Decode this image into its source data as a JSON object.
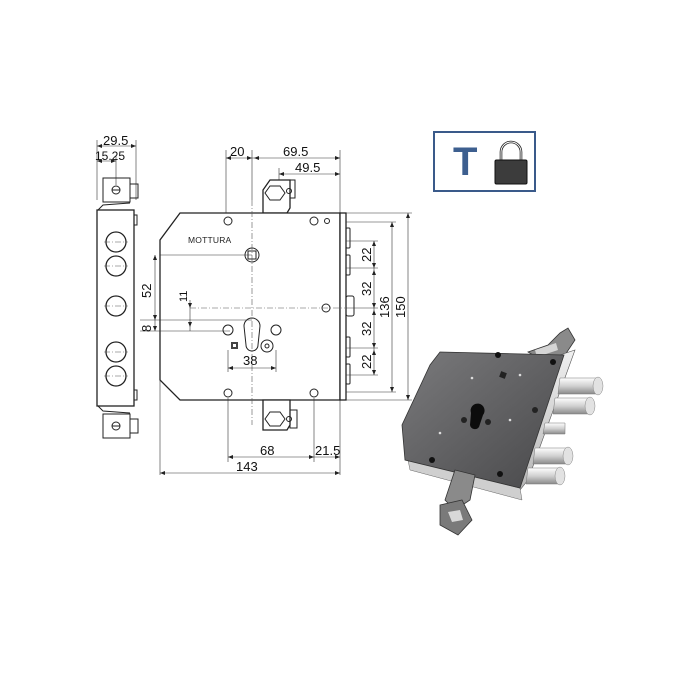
{
  "drawing": {
    "brand_label": "MOTTURA",
    "side_view": {
      "dim_total_width": "29.5",
      "dim_offset": "15.25"
    },
    "front_view": {
      "dim_top_left": "20",
      "dim_top_total": "69.5",
      "dim_top_inner": "49.5",
      "dim_left_52": "52",
      "dim_left_8": "8",
      "dim_cylinder_11": "11",
      "dim_cylinder_38": "38",
      "dim_bottom_68": "68",
      "dim_bottom_21_5": "21.5",
      "dim_bottom_total": "143",
      "dim_right_22_top": "22",
      "dim_right_32_top": "32",
      "dim_right_32_bottom": "32",
      "dim_right_22_bottom": "22",
      "dim_right_136": "136",
      "dim_right_150": "150"
    }
  },
  "badge": {
    "letter": "T",
    "icon": "padlock-icon",
    "border_color": "#3a5a8a",
    "letter_color": "#3d5f8f"
  },
  "render": {
    "icon": "lock-3d-render",
    "plate_color": "#5c5c5e",
    "bolt_color": "#d8d8d8"
  }
}
